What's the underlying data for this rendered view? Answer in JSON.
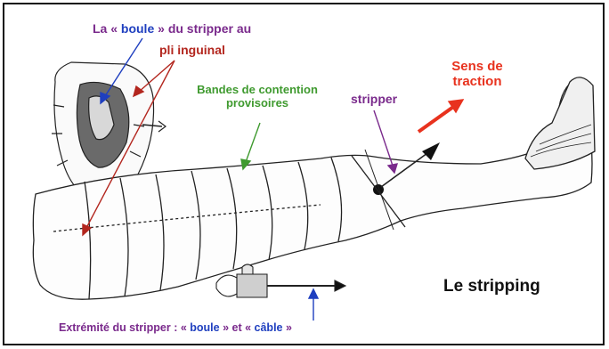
{
  "labels": {
    "boule_line1_a": "La « ",
    "boule_line1_word": "boule",
    "boule_line1_b": " » du stripper au",
    "boule_line2": "pli inguinal",
    "bandes_line1": "Bandes de contention",
    "bandes_line2": "provisoires",
    "stripper": "stripper",
    "sens_line1": "Sens de",
    "sens_line2": "traction",
    "title": "Le stripping",
    "bottom_a": "Extrémité du stripper : « ",
    "bottom_boule": "boule",
    "bottom_b": " » et « ",
    "bottom_cable": "câble",
    "bottom_c": " »"
  },
  "colors": {
    "blue": "#1f3fbf",
    "dark_red": "#b3261e",
    "green": "#3f9a2f",
    "purple": "#7a2a8c",
    "bright_red": "#e8321e",
    "black": "#111111"
  }
}
